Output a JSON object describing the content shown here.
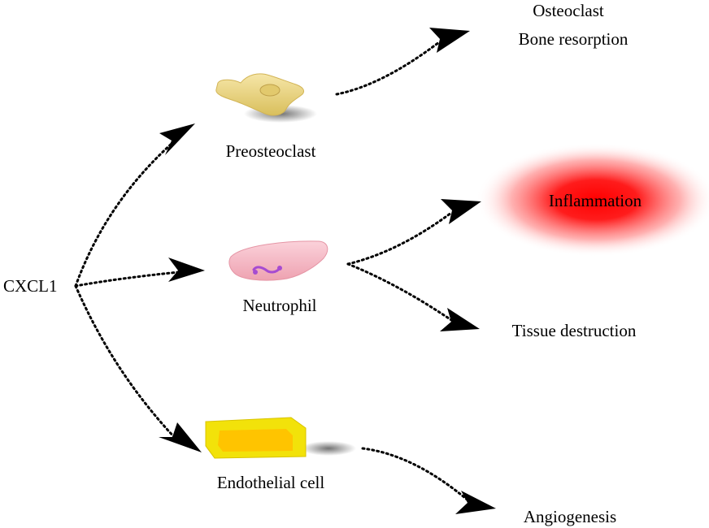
{
  "source": {
    "label": "CXCL1"
  },
  "cells": {
    "preosteoclast": {
      "label": "Preosteoclast",
      "icon": "preosteoclast-cell-icon"
    },
    "neutrophil": {
      "label": "Neutrophil",
      "icon": "neutrophil-cell-icon"
    },
    "endothelial": {
      "label": "Endothelial cell",
      "icon": "endothelial-cell-icon"
    }
  },
  "outcomes": {
    "osteoclast": "Osteoclast",
    "bone_resorption": "Bone resorption",
    "inflammation": "Inflammation",
    "tissue_destruction": "Tissue destruction",
    "angiogenesis": "Angiogenesis"
  },
  "colors": {
    "arrow": "#000000",
    "preosteoclast": "#e6cf7a",
    "neutrophil": "#f5b7c2",
    "neutrophil_nucleus": "#a64bd1",
    "endothelial": "#f2e20a",
    "endothelial_inner": "#ffc400",
    "inflammation": "#ff0000"
  }
}
